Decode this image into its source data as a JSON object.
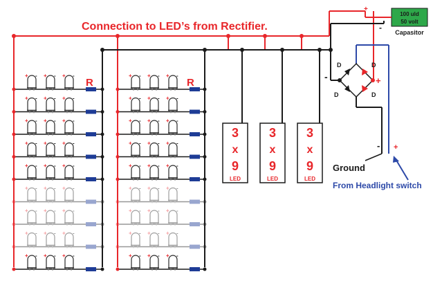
{
  "title": "Connection to LED’s from Rectifier.",
  "resistor_label": "R",
  "led_polarity": {
    "plus": "+",
    "minus": "-"
  },
  "module": {
    "line1": "3",
    "line2": "x",
    "line3": "9",
    "caption": "LED"
  },
  "rectifier": {
    "diode_label": "D",
    "plus": "+",
    "minus": "-"
  },
  "capacitor": {
    "value_line1": "100 uld",
    "value_line2": "50 volt",
    "caption": "Capasitor",
    "plus": "+",
    "minus": "-"
  },
  "ground": {
    "label": "Ground",
    "minus": "-"
  },
  "headlight": {
    "label": "From Headlight switch",
    "plus": "+"
  },
  "colors": {
    "positive_wire": "#e8262a",
    "negative_wire": "#1a1a1a",
    "switch_wire": "#2d49a8",
    "capacitor_fill": "#2ea84a",
    "resistor_fill": "#1e3c96",
    "led_outline": "#2a2a2a"
  }
}
